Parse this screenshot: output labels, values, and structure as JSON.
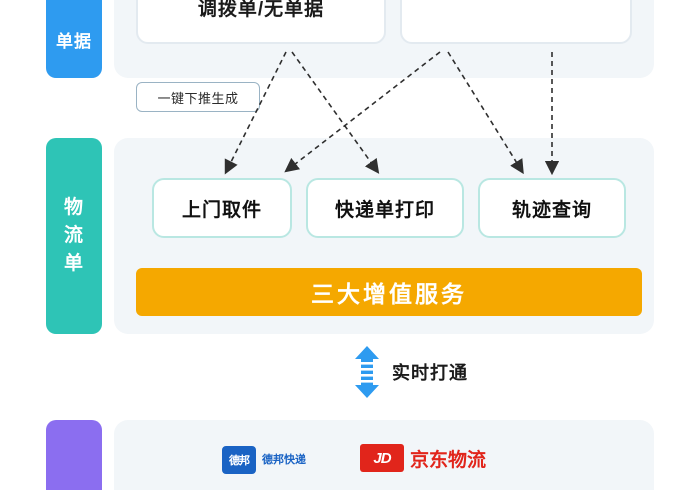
{
  "rows": [
    {
      "tag": "单据",
      "cards": [
        "调拨单/无单据",
        ""
      ]
    },
    {
      "tag": "物流单",
      "cards": [
        "上门取件",
        "快递单打印",
        "轨迹查询"
      ],
      "value_bar": "三大增值服务"
    },
    {
      "tag": "",
      "logos": [
        {
          "mark": "德邦",
          "text": "德邦快递"
        },
        {
          "mark": "JD",
          "text": "京东物流"
        }
      ]
    }
  ],
  "annotations": {
    "one_key": "一键下推生成",
    "realtime": "实时打通"
  },
  "colors": {
    "tag_blue": "#2e9bf0",
    "tag_teal": "#2ec4b6",
    "tag_purple": "#8b6ef0",
    "value_bar": "#f5a800",
    "panel": "#f2f6f9",
    "arrow": "#2f2f2f",
    "sync_arrow": "#2e9bf0",
    "jd_red": "#e1251b",
    "deppon_blue": "#1a63c4"
  },
  "icons": {
    "sync": "double-arrow-vertical-icon",
    "flow": "arrow-down-icon"
  }
}
